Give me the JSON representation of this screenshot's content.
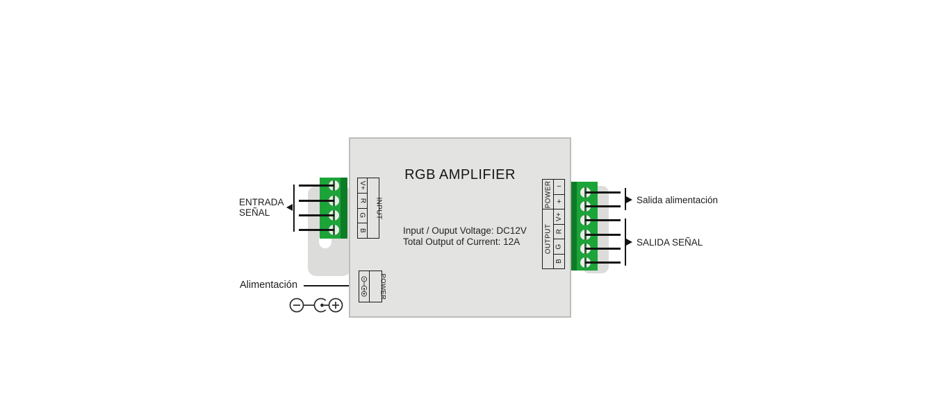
{
  "device": {
    "title": "RGB AMPLIFIER",
    "specs": [
      "Input / Ouput Voltage: DC12V",
      "Total Output of Current: 12A"
    ]
  },
  "input_terminal": {
    "group_label": "INPUT",
    "pins": [
      "V+",
      "R",
      "G",
      "B"
    ]
  },
  "dc_power": {
    "group_label": "POWER",
    "jack_polarity_icon": "dc-jack-center-positive-icon"
  },
  "output_terminal": {
    "power_group": {
      "label": "POWER",
      "pins": [
        "−",
        "+"
      ]
    },
    "signal_group": {
      "label": "OUTPUT",
      "pins": [
        "V+",
        "R",
        "G",
        "B"
      ]
    }
  },
  "annotations": {
    "input_signal_line1": "ENTRADA",
    "input_signal_line2": "SEÑAL",
    "power_input": "Alimentación",
    "power_output": "Salida alimentación",
    "signal_output": "SALIDA SEÑAL"
  },
  "colors": {
    "terminal_green": "#1ca439",
    "terminal_green_dark": "#0d7c27",
    "case_gray": "#e3e3e1",
    "ear_gray": "#dcdcda",
    "line_black": "#141414"
  }
}
